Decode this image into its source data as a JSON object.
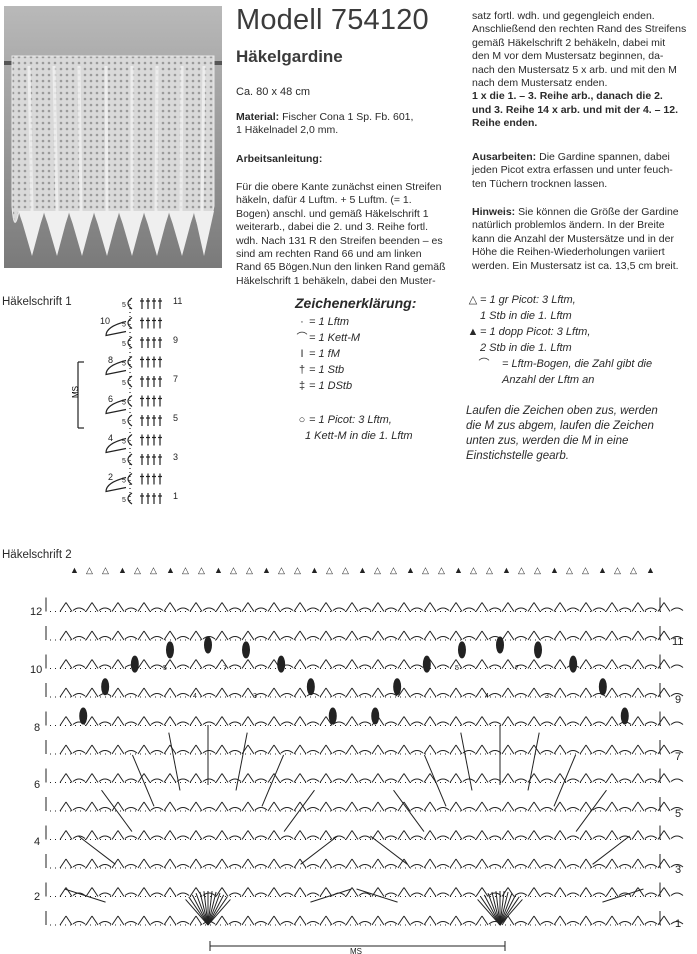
{
  "header": {
    "title": "Modell 754120",
    "subtitle": "Häkelgardine",
    "size": "Ca. 80 x 48 cm"
  },
  "material": {
    "label": "Material:",
    "text_line1": "Fischer Cona 1 Sp. Fb. 601,",
    "text_line2": "1 Häkelnadel 2,0 mm."
  },
  "instructions": {
    "heading": "Arbeitsanleitung:",
    "lines": [
      "Für die obere Kante zunächst einen Streifen",
      "häkeln, dafür 4 Luftm. + 5 Luftm. (= 1.",
      "Bogen) anschl. und gemäß Häkelschrift 1",
      "weiterarb., dabei die 2. und 3. Reihe fortl.",
      "wdh. Nach 131 R den Streifen beenden – es",
      "sind am rechten Rand 66 und am linken",
      "Rand 65 Bögen.Nun den linken Rand gemäß",
      "Häkelschrift 1 behäkeln, dabei den Muster-"
    ]
  },
  "continuation": {
    "lines": [
      "satz fortl. wdh. und gegengleich enden.",
      "Anschließend den rechten Rand des Streifens",
      "gemäß Häkelschrift 2 behäkeln, dabei mit",
      "den M vor dem Mustersatz beginnen, da-",
      "nach den Mustersatz 5 x arb. und mit den M",
      "nach dem Mustersatz enden."
    ],
    "bold_lines": [
      "1 x die 1. – 3. Reihe arb., danach die 2.",
      "und 3. Reihe 14 x arb. und mit der 4. – 12.",
      "Reihe enden."
    ]
  },
  "finishing": {
    "label": "Ausarbeiten:",
    "lines": [
      "Die Gardine spannen, dabei",
      "jeden Picot extra erfassen und unter feuch-",
      "ten Tüchern trocknen lassen."
    ]
  },
  "hint": {
    "label": "Hinweis:",
    "lines": [
      "Sie können die Größe der Gardine",
      "natürlich problemlos ändern. In der Breite",
      "kann die Anzahl der Mustersätze und in der",
      "Höhe die Reihen-Wiederholungen variiert",
      "werden. Ein Mustersatz ist ca. 13,5 cm breit."
    ]
  },
  "chart1": {
    "label": "Häkelschrift 1",
    "row_numbers_right": [
      "11",
      "9",
      "7",
      "5",
      "3",
      "1"
    ],
    "row_numbers_left": [
      "10",
      "8",
      "6",
      "4",
      "2"
    ],
    "ms_label": "MS",
    "loop_count": "5"
  },
  "legend": {
    "title": "Zeichenerklärung:",
    "items": [
      {
        "symbol": "·",
        "text": "= 1 Lftm"
      },
      {
        "symbol": "⌒",
        "text": "= 1 Kett-M"
      },
      {
        "symbol": "I",
        "text": "= 1 fM"
      },
      {
        "symbol": "†",
        "text": "= 1 Stb"
      },
      {
        "symbol": "‡",
        "text": "= 1 DStb"
      }
    ],
    "picot_line1": "= 1 Picot: 3 Lftm,",
    "picot_line2": "1 Kett-M in die 1. Lftm"
  },
  "legend2": {
    "gr_picot_line1": "= 1 gr Picot: 3 Lftm,",
    "gr_picot_line2": "1 Stb in die 1. Lftm",
    "dopp_picot_line1": "= 1 dopp Picot: 3 Lftm,",
    "dopp_picot_line2": "2 Stb in die 1. Lftm",
    "arc_line1": "= Lftm-Bogen, die Zahl gibt die",
    "arc_line2": "Anzahl der Lftm an"
  },
  "note": {
    "lines": [
      "Laufen die Zeichen oben zus, werden",
      "die M zus abgem, laufen die Zeichen",
      "unten zus, werden die M in eine",
      "Einstichstelle gearb."
    ]
  },
  "chart2": {
    "label": "Häkelschrift 2",
    "row_numbers_left": [
      "12",
      "10",
      "8",
      "6",
      "4",
      "2"
    ],
    "row_numbers_right": [
      "11",
      "9",
      "7",
      "5",
      "3",
      "1"
    ],
    "ms_label": "MS",
    "arc_counts": [
      "5",
      "4",
      "7",
      "3"
    ]
  }
}
